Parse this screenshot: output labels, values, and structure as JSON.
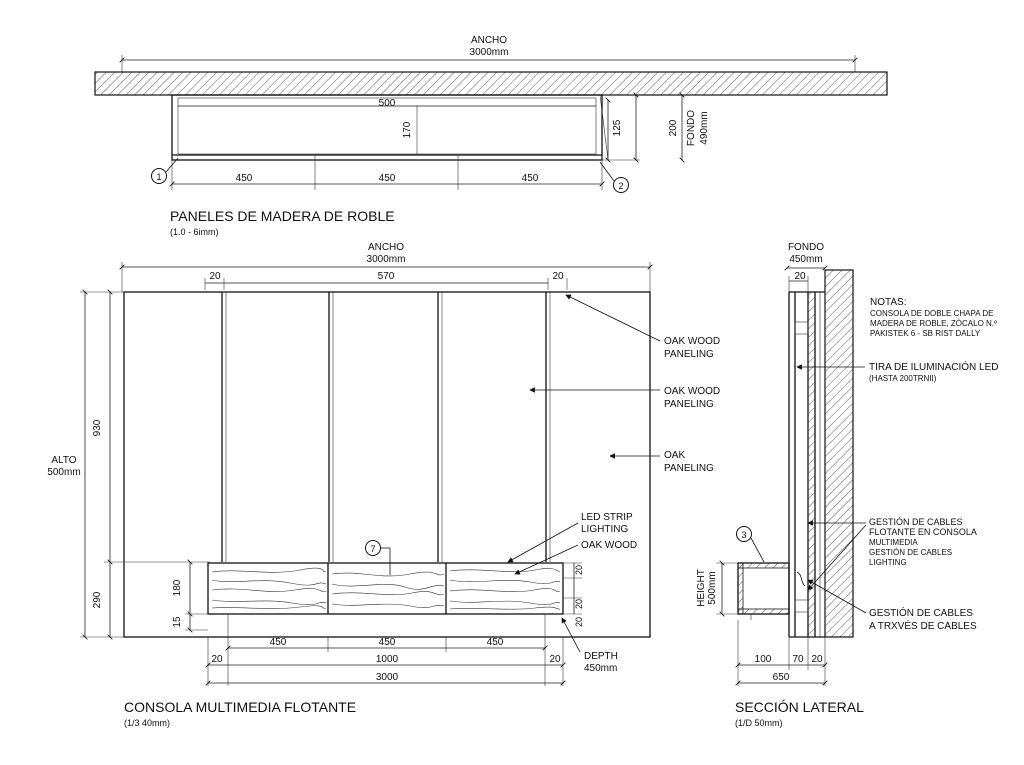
{
  "plan": {
    "ancho_label": "ANCHO",
    "ancho_value": "3000mm",
    "top_500": "500",
    "depth_170": "170",
    "depth_125": "125",
    "depth_200": "200",
    "fondo_label": "FONDO",
    "fondo_value": "490mm",
    "bottom_dims": [
      "450",
      "450",
      "450"
    ],
    "callout_1": "1",
    "callout_2": "2",
    "title": "PANELES DE MADERA DE ROBLE",
    "scale": "(1.0 - 6imm)"
  },
  "elevation": {
    "ancho_label": "ANCHO",
    "ancho_value": "3000mm",
    "top_dims": [
      "20",
      "570",
      "20"
    ],
    "alto_label": "ALTO",
    "alto_value": "500mm",
    "left_dims": [
      "930",
      "290"
    ],
    "console_left_dims": [
      "180",
      "15"
    ],
    "console_right_dims": [
      "20",
      "20",
      "20"
    ],
    "callout_7": "7",
    "labels": {
      "oak1_a": "OAK WOOD",
      "oak1_b": "PANELING",
      "oak2_a": "OAK WOOD",
      "oak2_b": "PANELING",
      "oak3_a": "OAK",
      "oak3_b": "PANELING",
      "led_a": "LED STRIP",
      "led_b": "LIGHTING",
      "oakwood": "OAK WOOD",
      "depth_a": "DEPTH",
      "depth_b": "450mm"
    },
    "bottom_dims_row1": [
      "450",
      "450",
      "450"
    ],
    "bottom_dims_row2": [
      "20",
      "1000",
      "20"
    ],
    "bottom_dims_row3": [
      "3000"
    ],
    "title": "CONSOLA MULTIMEDIA FLOTANTE",
    "scale": "(1/3 40mm)"
  },
  "section": {
    "fondo_label": "FONDO",
    "fondo_value": "450mm",
    "top_dim": "20",
    "notas_title": "NOTAS:",
    "notas_lines": [
      "CONSOLA DE DOBLE CHAPA DE",
      "MADERA DE ROBLE, ZÓCALO N.º",
      "PAKISTEK 6 - SB RIST DALLY"
    ],
    "led_title": "TIRA DE ILUMINACIÓN LED",
    "led_sub": "(HASTA 200TRNII)",
    "cables1": [
      "GESTIÓN DE CABLES",
      "FLOTANTE EN CONSOLA",
      "MULTIMEDIA",
      "GESTIÓN DE CABLES",
      "LIGHTING"
    ],
    "cables2": [
      "GESTIÓN DE CABLES",
      "A TRXVÉS DE CABLES"
    ],
    "callout_3": "3",
    "height_label": "HEIGHT",
    "height_value": "500mm",
    "bottom_dims": [
      "100",
      "70",
      "20"
    ],
    "total_dim": "650",
    "title": "SECCIÓN LATERAL",
    "scale": "(1/D 50mm)"
  }
}
